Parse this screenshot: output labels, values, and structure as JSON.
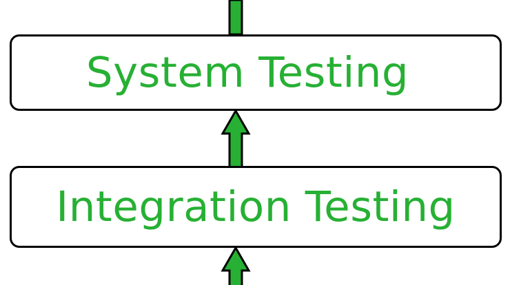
{
  "diagram": {
    "stages": [
      {
        "id": "system",
        "label": "System Testing"
      },
      {
        "id": "integration",
        "label": "Integration Testing"
      }
    ],
    "colors": {
      "label_text": "#27b034",
      "arrow_fill": "#27b034",
      "arrow_stroke": "#000000",
      "box_border": "#000000",
      "background": "#ffffff"
    }
  }
}
